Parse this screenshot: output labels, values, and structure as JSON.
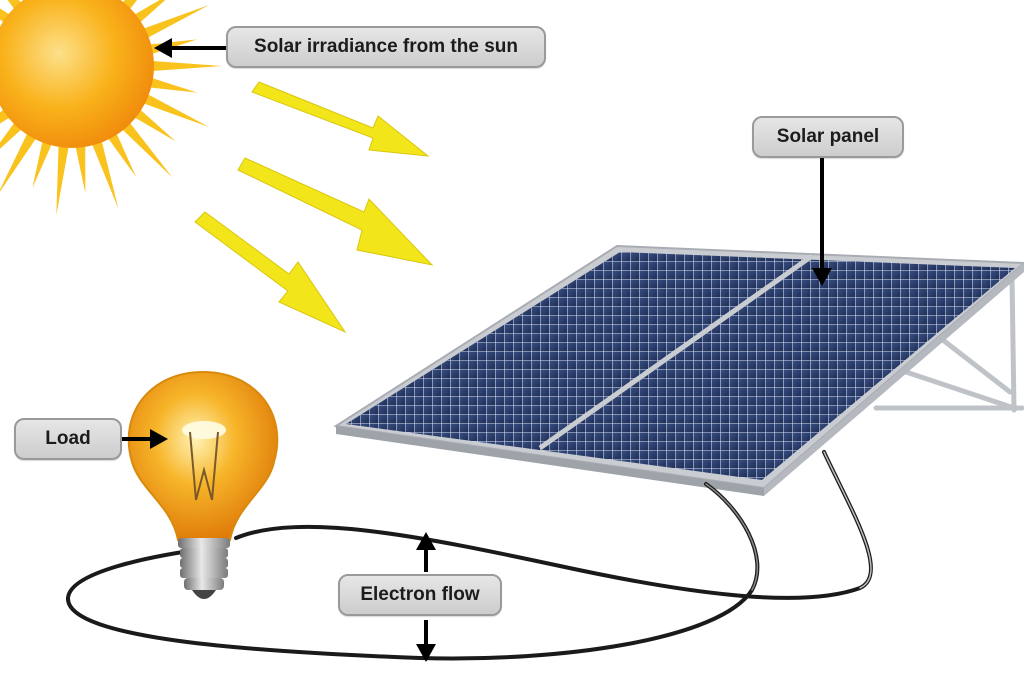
{
  "labels": {
    "sun": "Solar irradiance from the sun",
    "panel": "Solar panel",
    "load": "Load",
    "electron_flow": "Electron flow"
  },
  "icons": {
    "sun": "sun-icon",
    "panel": "solar-panel-icon",
    "bulb": "light-bulb-icon"
  },
  "colors": {
    "sun": "#f9b21a",
    "sun_ray": "#f2e51a",
    "panel_cell": "#2b3e6b",
    "panel_frame": "#c9ccd1",
    "bulb_glass": "#f6a91c",
    "wire": "#1a1a1a",
    "arrow": "#000000",
    "label_bg": "#d9d9d9",
    "label_border": "#9a9a9a"
  }
}
